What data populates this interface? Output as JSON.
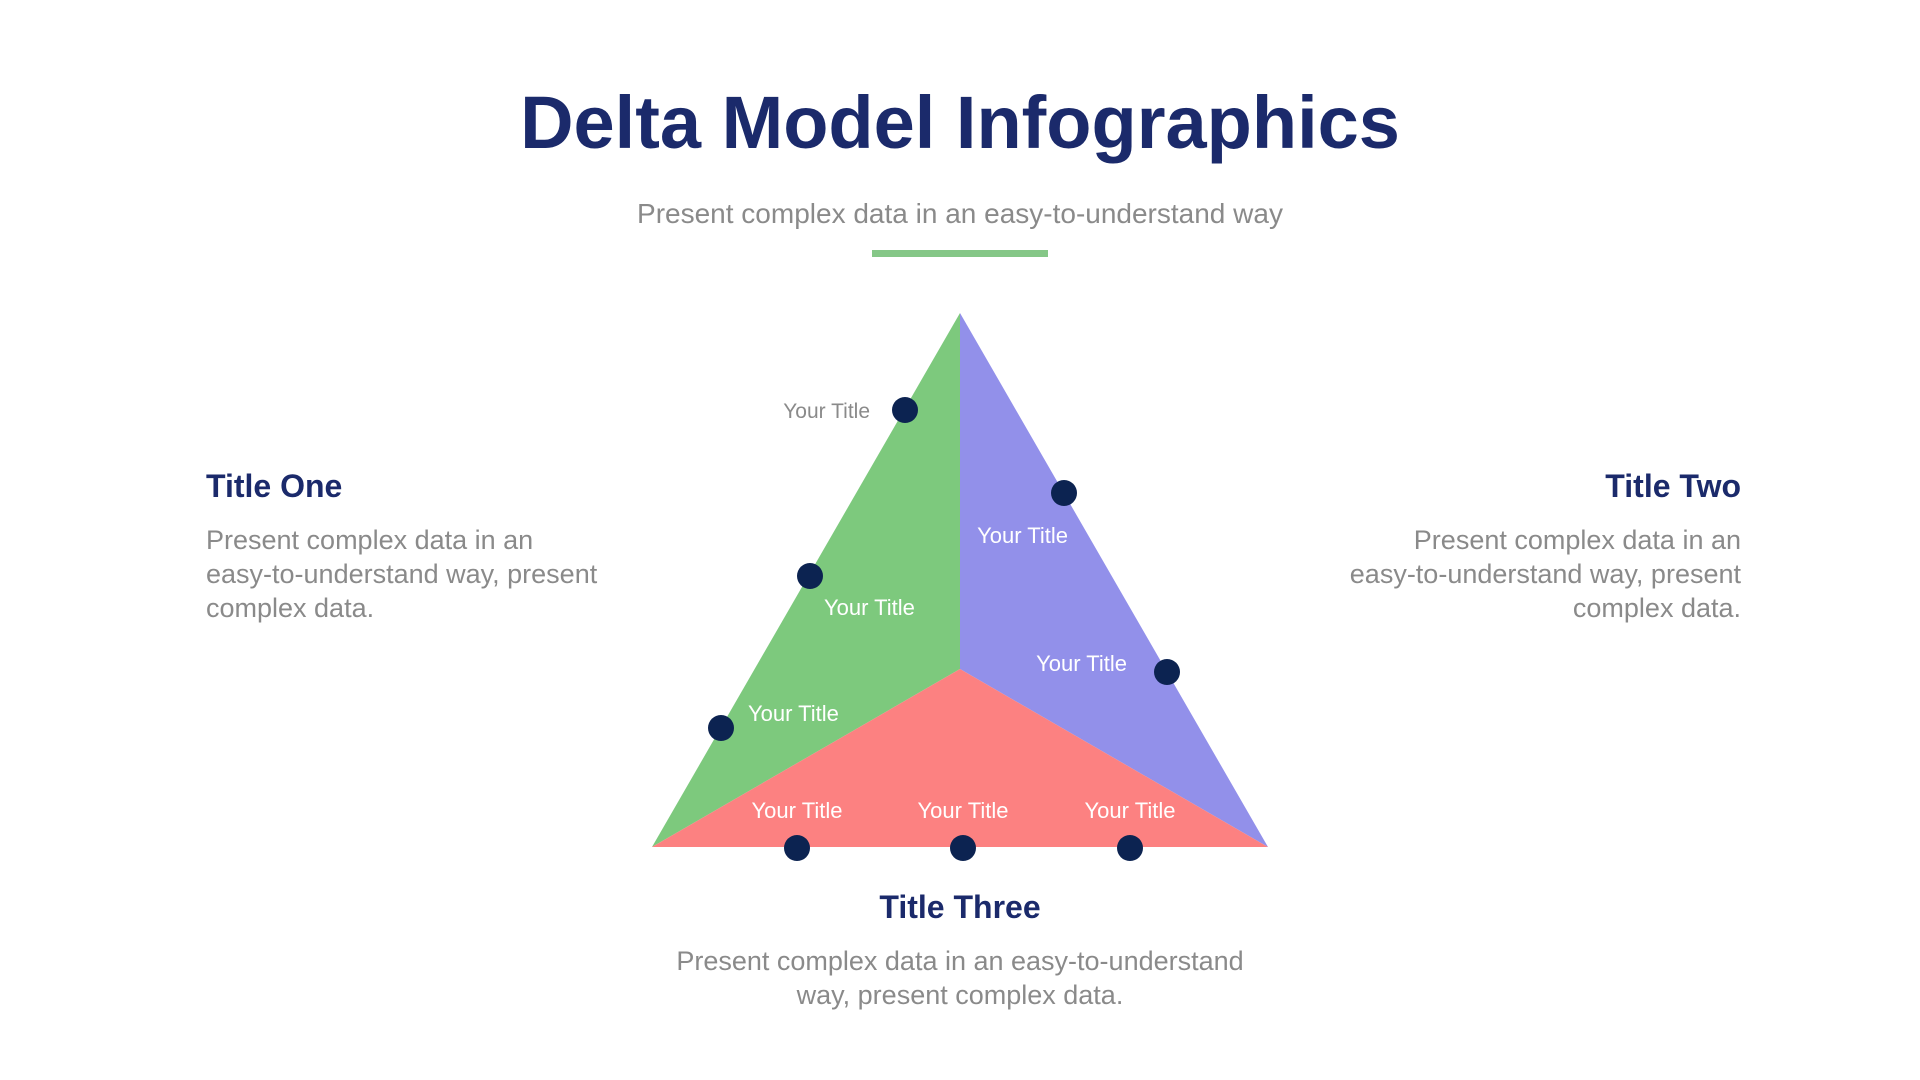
{
  "header": {
    "title": "Delta Model Infographics",
    "subtitle": "Present complex data in an easy-to-understand way"
  },
  "colors": {
    "heading_navy": "#1B2A6B",
    "marker_dot_navy": "#0C2351",
    "triangle_green": "#7DC97D",
    "triangle_purple": "#9290EA",
    "triangle_red": "#FC8181",
    "divider_green": "#85C787",
    "body_gray": "#8A8A8A",
    "marker_label_white": "#FFFFFF"
  },
  "markers": [
    {
      "label": "Your Title"
    },
    {
      "label": "Your Title"
    },
    {
      "label": "Your Title"
    },
    {
      "label": "Your Title"
    },
    {
      "label": "Your Title"
    },
    {
      "label": "Your Title"
    },
    {
      "label": "Your Title"
    },
    {
      "label": "Your Title"
    }
  ],
  "sections": {
    "one": {
      "title": "Title One",
      "body_lines": [
        "Present complex data in an",
        "easy-to-understand way, present",
        "complex data."
      ]
    },
    "two": {
      "title": "Title Two",
      "body_lines": [
        "Present complex data in an",
        "easy-to-understand way, present",
        "complex data."
      ]
    },
    "three": {
      "title": "Title Three",
      "body_lines": [
        "Present complex data in an easy-to-understand",
        "way, present complex data."
      ]
    }
  }
}
